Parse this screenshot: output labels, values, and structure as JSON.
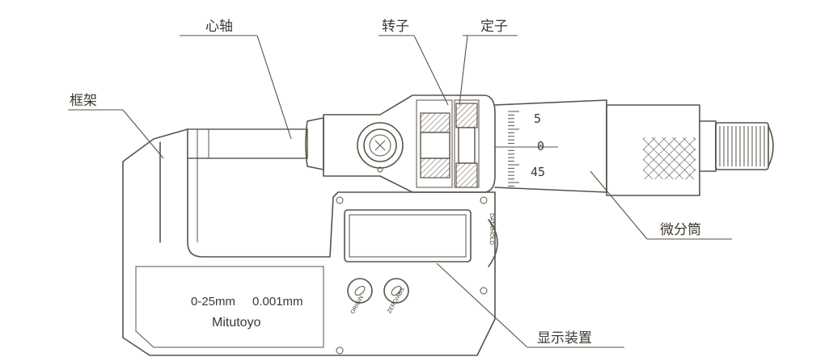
{
  "labels": {
    "spindle": "心轴",
    "rotor": "转子",
    "stator": "定子",
    "frame": "框架",
    "thimble": "微分筒",
    "display": "显示装置"
  },
  "thimble_scale": [
    "5",
    "0",
    "45"
  ],
  "frame_text": {
    "range": "0-25mm",
    "resolution": "0.001mm",
    "brand": "Mitutoyo"
  },
  "buttons": {
    "origin": "ORIGIN",
    "zero_abs": "ZERO/ABS",
    "data_hold": "DATA/HOLD"
  }
}
